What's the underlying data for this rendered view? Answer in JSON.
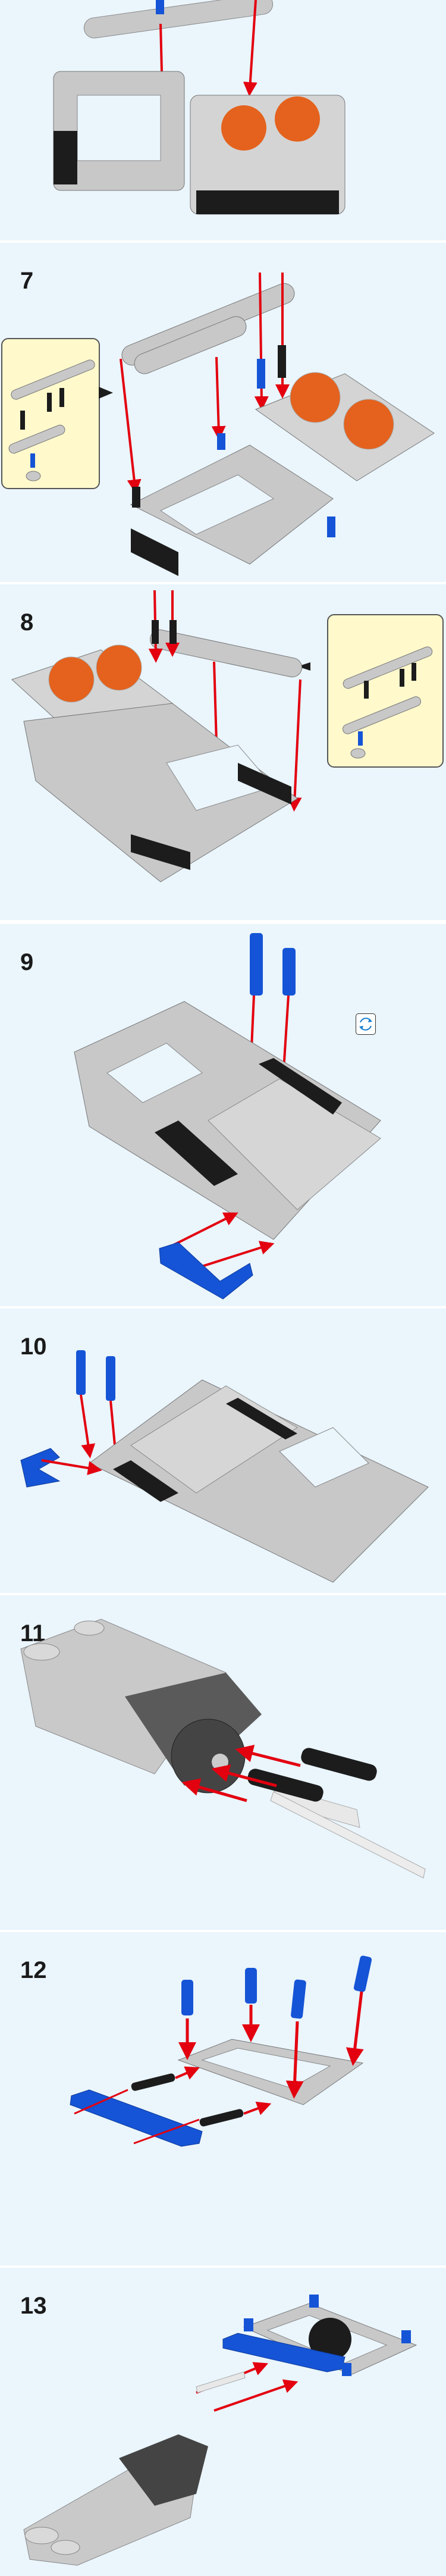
{
  "steps": [
    {
      "number": ""
    },
    {
      "number": "7"
    },
    {
      "number": "8"
    },
    {
      "number": "9"
    },
    {
      "number": "10"
    },
    {
      "number": "11"
    },
    {
      "number": "12"
    },
    {
      "number": "13"
    }
  ],
  "colors": {
    "background": "#eaf5fc",
    "arrow": "#e3000f",
    "beam_gray": "#c8c8c8",
    "pin_blue": "#1554d6",
    "pin_black": "#1c1c1c",
    "hub_orange": "#e4621d",
    "callout_bg": "#fff9cc"
  },
  "icons": {
    "rotate": "rotate-model-icon"
  }
}
